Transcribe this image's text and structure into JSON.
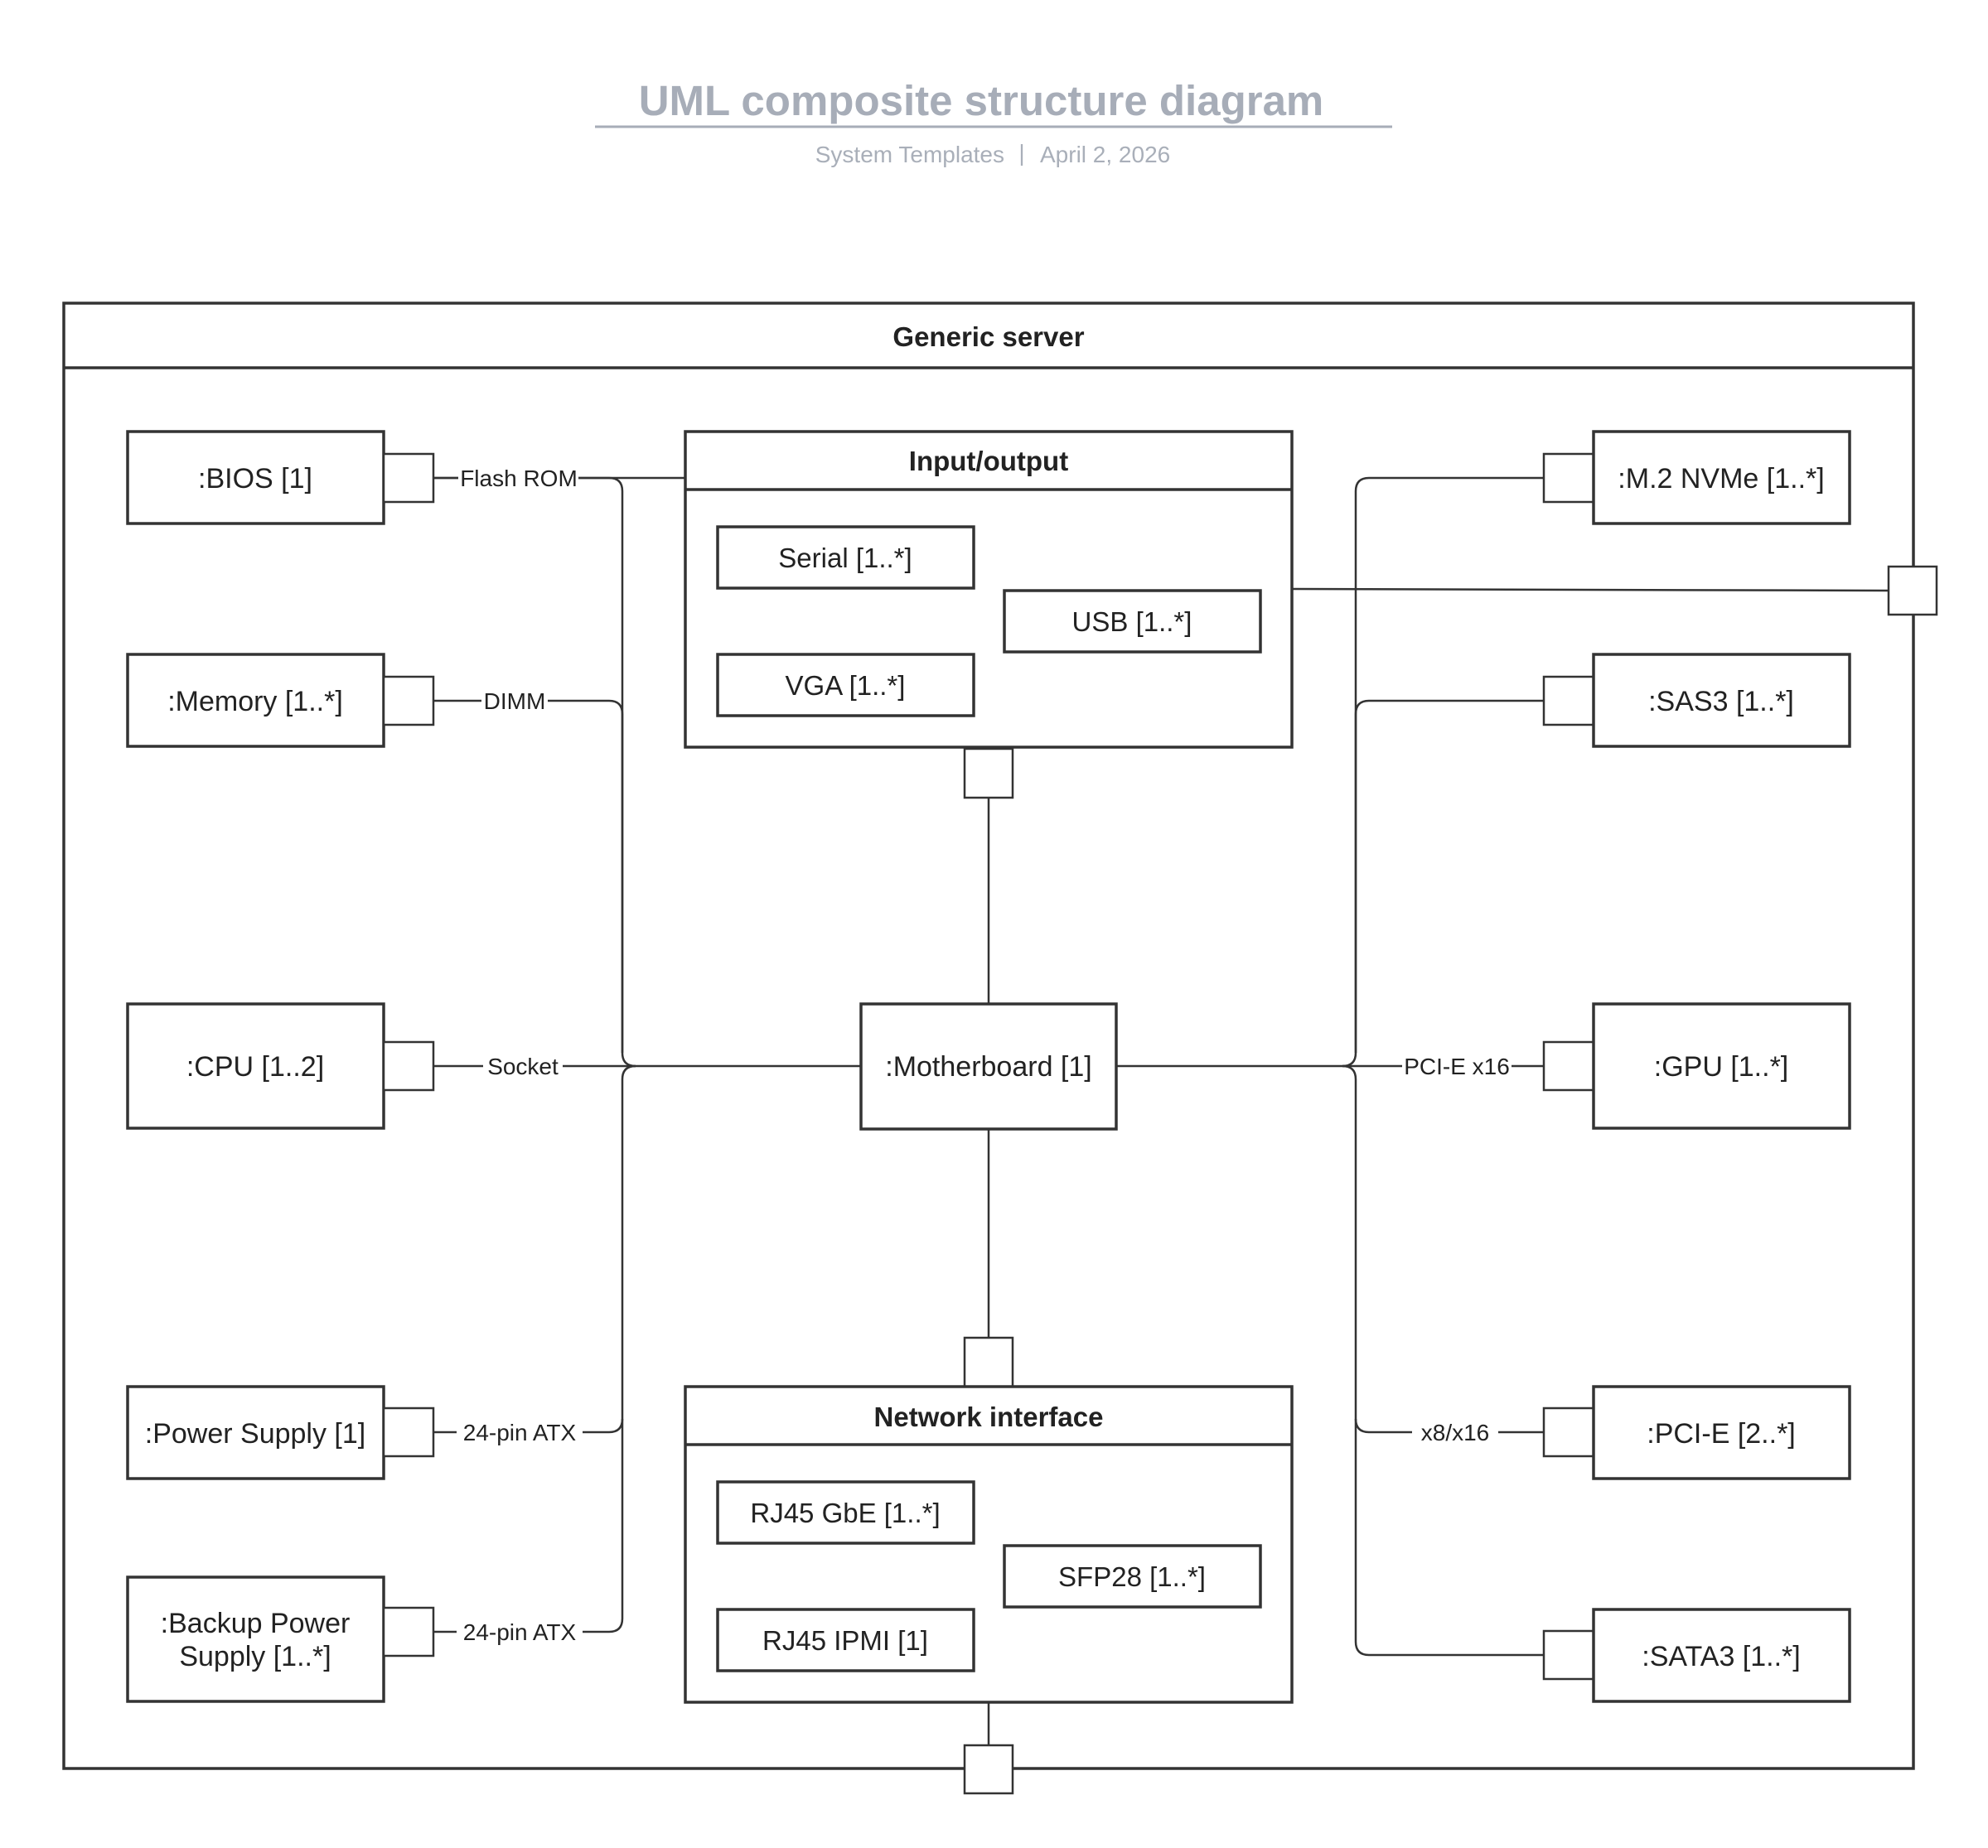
{
  "header": {
    "title": "UML composite structure diagram",
    "source": "System Templates",
    "separator": "|",
    "date": "April 2, 2026"
  },
  "frame": {
    "title": "Generic server"
  },
  "parts": {
    "bios": ":BIOS [1]",
    "memory": ":Memory [1..*]",
    "cpu": ":CPU [1..2]",
    "power_supply": ":Power Supply [1]",
    "backup_power_line1": ":Backup Power",
    "backup_power_line2": "Supply [1..*]",
    "motherboard": ":Motherboard [1]",
    "m2_nvme": ":M.2 NVMe [1..*]",
    "sas3": ":SAS3 [1..*]",
    "gpu": ":GPU [1..*]",
    "pcie": ":PCI-E [2..*]",
    "sata3": ":SATA3 [1..*]"
  },
  "io_group": {
    "title": "Input/output",
    "serial": "Serial [1..*]",
    "usb": "USB [1..*]",
    "vga": "VGA [1..*]"
  },
  "network_group": {
    "title": "Network interface",
    "rj45_gbe": "RJ45 GbE [1..*]",
    "sfp28": "SFP28 [1..*]",
    "rj45_ipmi": "RJ45 IPMI [1]"
  },
  "connectors": {
    "flash_rom": "Flash ROM",
    "dimm": "DIMM",
    "socket": "Socket",
    "atx_main": "24-pin ATX",
    "atx_backup": "24-pin ATX",
    "pcie_x16": "PCI-E x16",
    "x8_x16": "x8/x16"
  }
}
